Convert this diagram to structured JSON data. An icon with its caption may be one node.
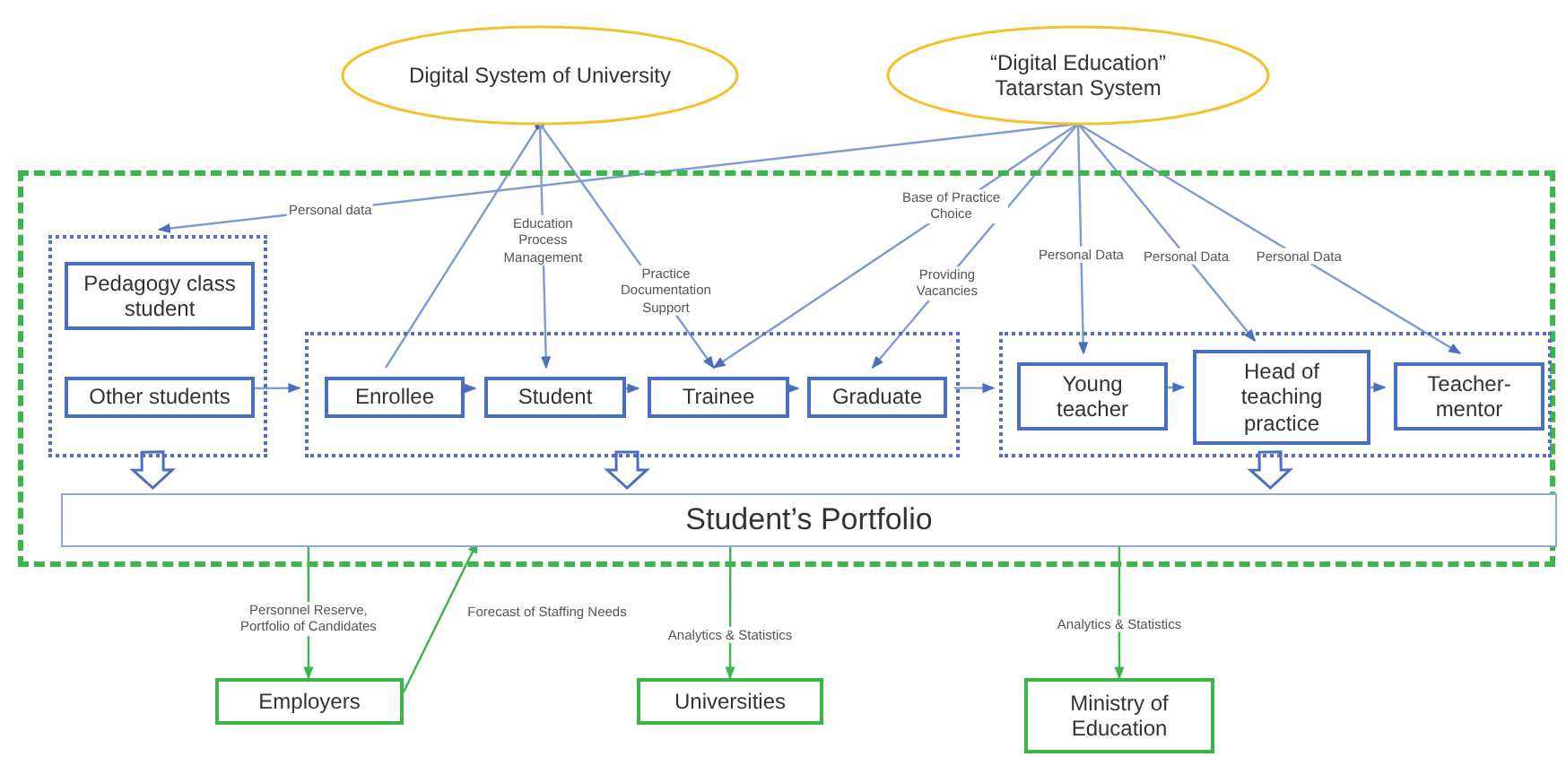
{
  "diagram": {
    "nodes": [
      {
        "text": [
          "Digital System of University"
        ]
      },
      {
        "text": [
          "“Digital Education” Tatarstan System"
        ]
      },
      {
        "text": [],
        "shape": "box"
      },
      {
        "text": [],
        "shape": "box",
        "in": 2
      },
      {
        "text": [
          "Pedagogy class student"
        ],
        "in": 3
      },
      {
        "text": [
          "Other students"
        ],
        "in": 3
      },
      {
        "text": [],
        "shape": "box",
        "in": 2
      },
      {
        "text": [
          "Enrollee"
        ],
        "in": 6
      },
      {
        "text": [
          "Student"
        ],
        "in": 6
      },
      {
        "text": [
          "Trainee"
        ],
        "in": 6
      },
      {
        "text": [
          "Graduate"
        ],
        "in": 6
      },
      {
        "text": [],
        "shape": "box",
        "in": 2
      },
      {
        "text": [
          "Young teacher"
        ],
        "in": 11
      },
      {
        "text": [
          "Head of teaching practice"
        ],
        "in": 11
      },
      {
        "text": [
          "Teacher-mentor"
        ],
        "in": 11
      },
      {
        "text": [
          "Student’s Portfolio"
        ],
        "in": 2
      },
      {
        "text": [
          "Employers"
        ]
      },
      {
        "text": [
          "Universities"
        ]
      },
      {
        "text": [
          "Ministry of Education"
        ]
      }
    ],
    "edges": [
      {
        "from": 1,
        "to": 3,
        "arrow": "to",
        "label": "Personal data"
      },
      {
        "from": 0,
        "to": 7,
        "arrow": "other"
      },
      {
        "from": 0,
        "to": 8,
        "arrow": "to",
        "label": "Education Process Management"
      },
      {
        "from": 0,
        "to": 9,
        "arrow": "to",
        "label": "Practice Documentation Support"
      },
      {
        "from": 1,
        "to": 9,
        "arrow": "to",
        "label": "Base of Practice Choice"
      },
      {
        "from": 1,
        "to": 10,
        "arrow": "to",
        "label": "Providing Vacancies"
      },
      {
        "from": 1,
        "to": 12,
        "arrow": "to",
        "label": "Personal Data"
      },
      {
        "from": 1,
        "to": 13,
        "arrow": "to",
        "label": "Personal Data"
      },
      {
        "from": 1,
        "to": 14,
        "arrow": "to",
        "label": "Personal Data"
      },
      {
        "from": 5,
        "to": 6,
        "arrow": "to"
      },
      {
        "from": 7,
        "to": 8,
        "arrow": "to"
      },
      {
        "from": 8,
        "to": 9,
        "arrow": "to"
      },
      {
        "from": 9,
        "to": 10,
        "arrow": "to"
      },
      {
        "from": 6,
        "to": 11,
        "arrow": "to"
      },
      {
        "from": 12,
        "to": 13,
        "arrow": "to"
      },
      {
        "from": 13,
        "to": 14,
        "arrow": "to"
      },
      {
        "from": 3,
        "to": 15,
        "arrow": "to",
        "style": "thick"
      },
      {
        "from": 6,
        "to": 15,
        "arrow": "to",
        "style": "thick"
      },
      {
        "from": 11,
        "to": 15,
        "arrow": "to",
        "style": "thick"
      },
      {
        "from": 15,
        "to": 16,
        "arrow": "to",
        "label": "Personnel Reserve, Portfolio of Candidates",
        "color": "#3cb54a"
      },
      {
        "from": 16,
        "to": 15,
        "arrow": "to",
        "label": "Forecast of Staffing Needs",
        "color": "#3cb54a"
      },
      {
        "from": 15,
        "to": 17,
        "arrow": "to",
        "label": "Analytics & Statistics",
        "color": "#3cb54a"
      },
      {
        "from": 15,
        "to": 18,
        "arrow": "to",
        "label": "Analytics & Statistics",
        "color": "#3cb54a"
      }
    ]
  }
}
